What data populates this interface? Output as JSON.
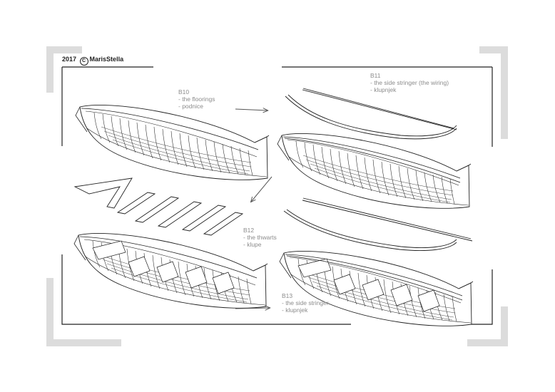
{
  "copyright": {
    "year": "2017",
    "symbol": "C",
    "author": "MarisStella"
  },
  "steps": [
    {
      "code": "B10",
      "line1": "- the floorings",
      "line2": "- podnice"
    },
    {
      "code": "B11",
      "line1": "- the side stringer (the wiring)",
      "line2": "- klupnjek"
    },
    {
      "code": "B12",
      "line1": "- the thwarts",
      "line2": "- klupe"
    },
    {
      "code": "B13",
      "line1": "- the side stringer",
      "line2": "- klupnjek"
    }
  ],
  "colors": {
    "line": "#222222",
    "frame": "#dddddd",
    "label": "#8c8c8c"
  }
}
